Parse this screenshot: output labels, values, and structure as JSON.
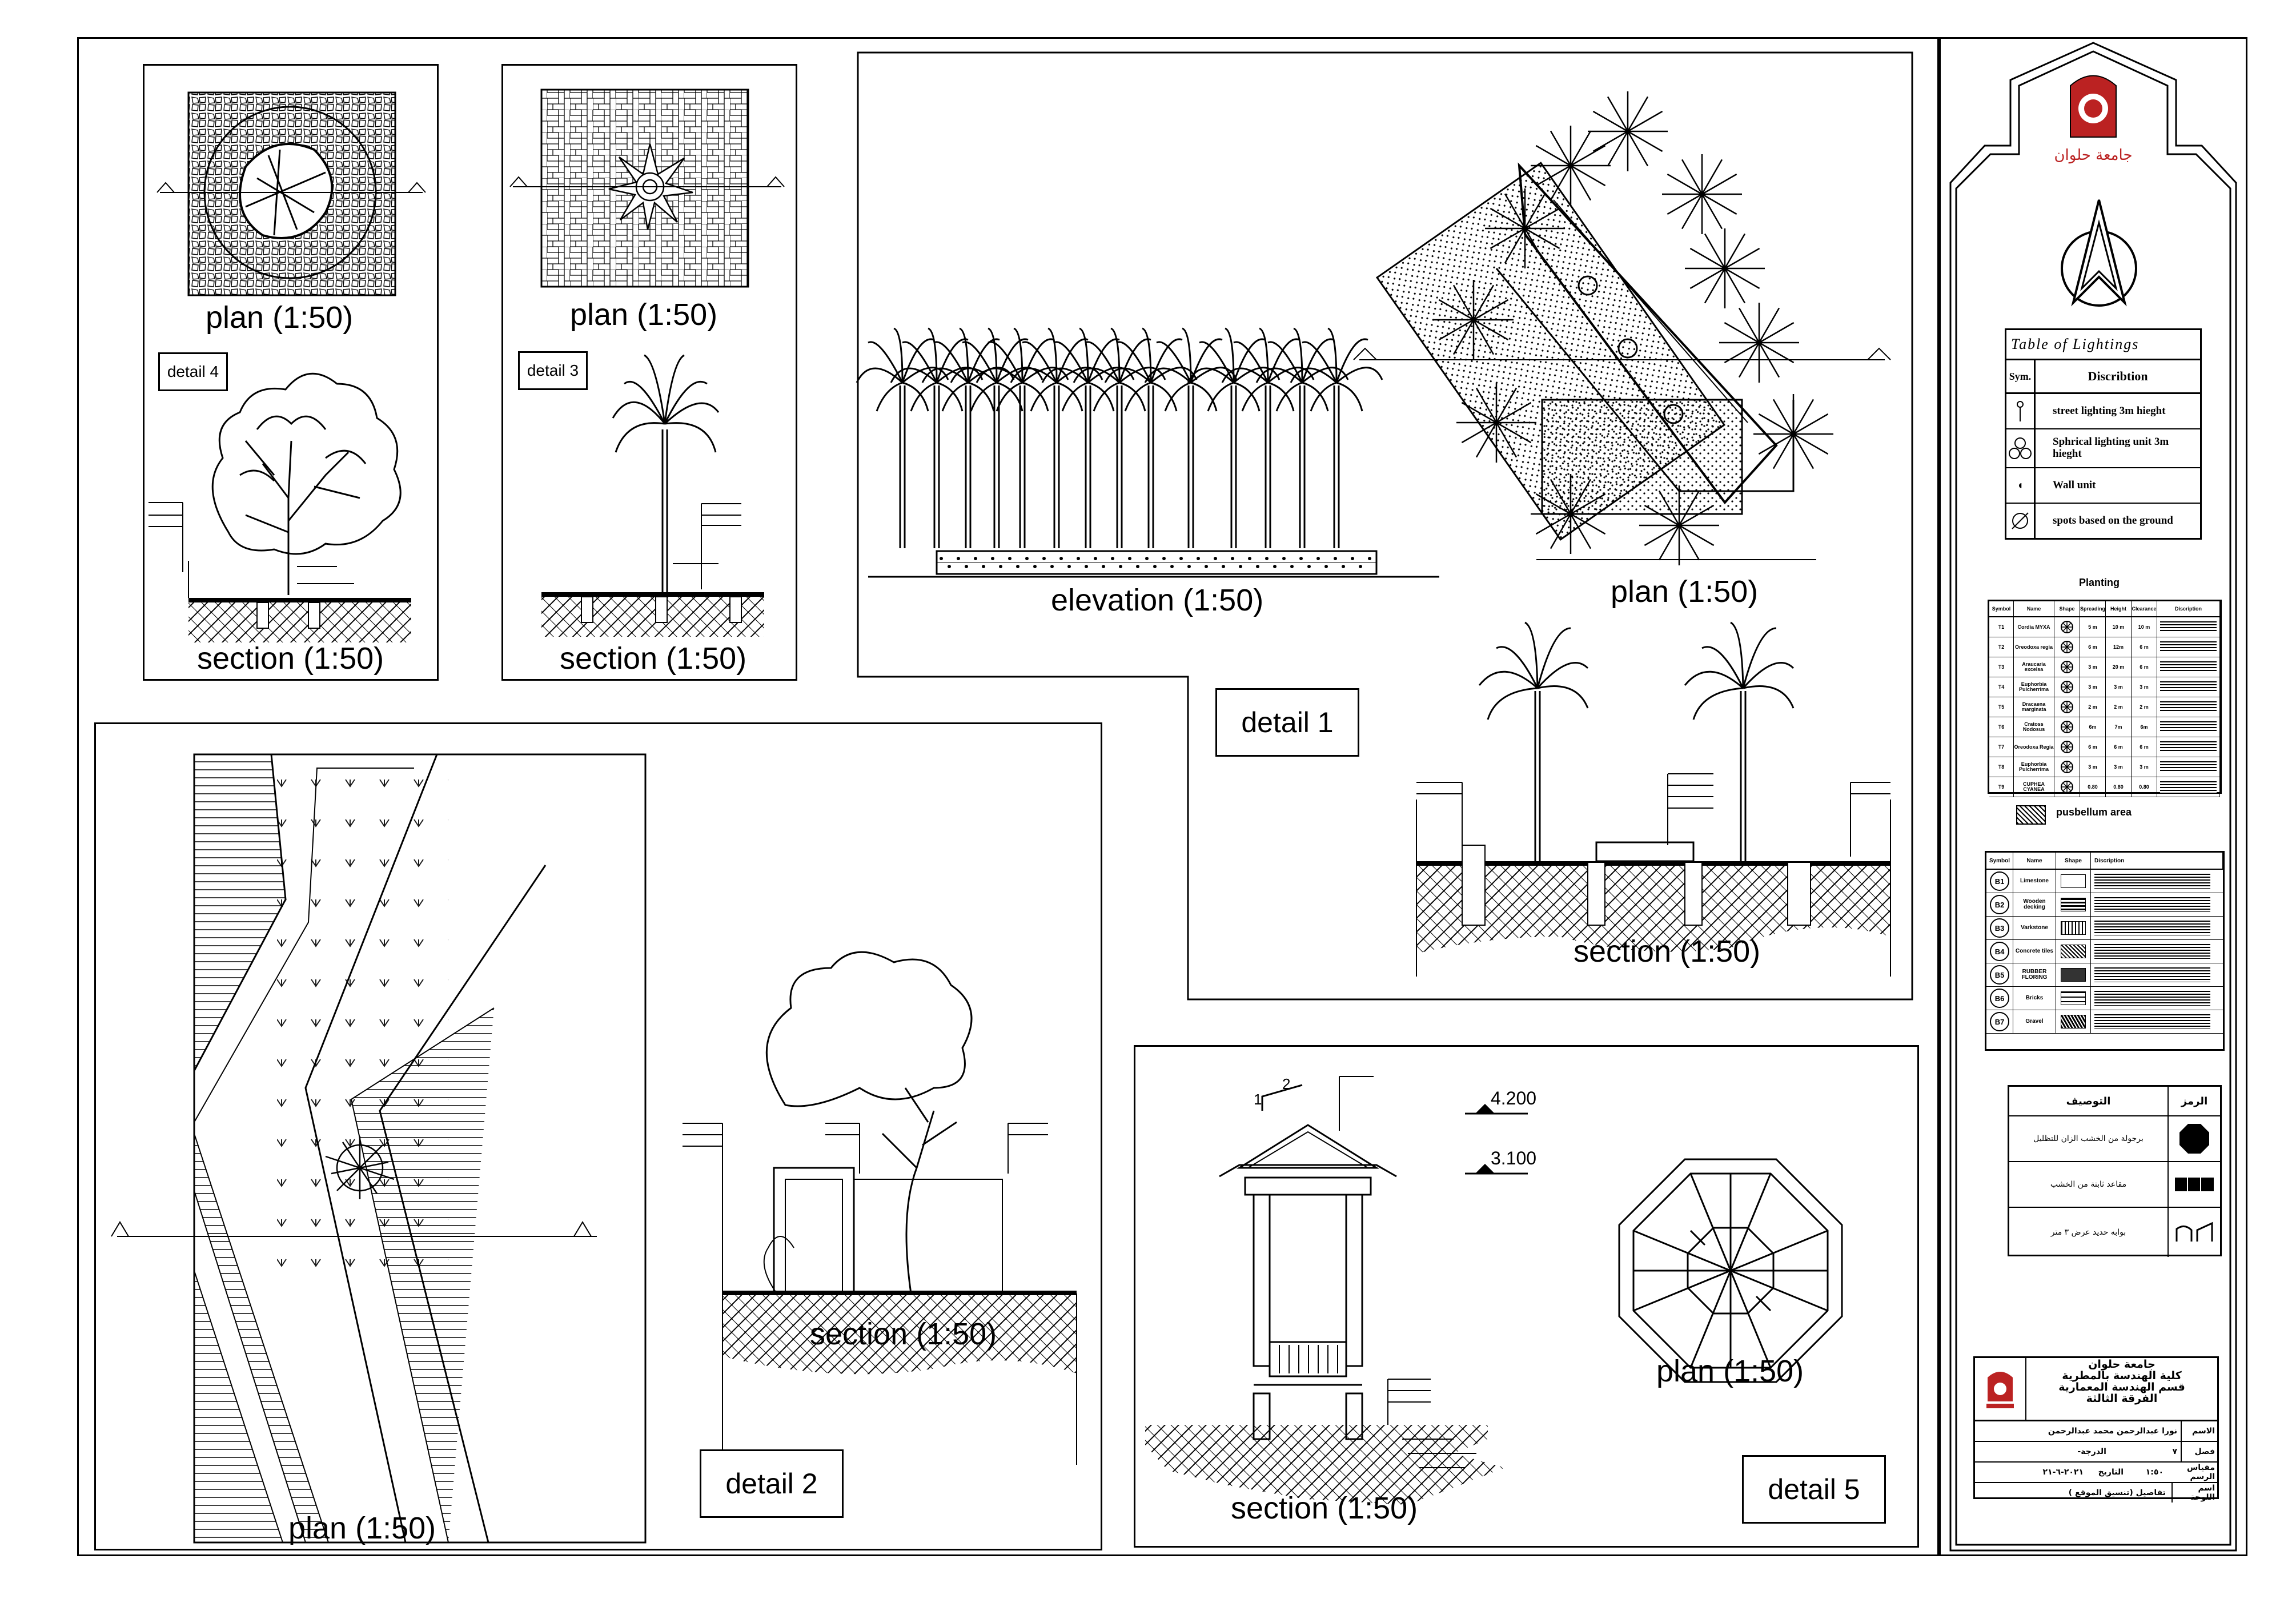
{
  "details": {
    "d4": {
      "tag": "detail 4",
      "plan": "plan (1:50)",
      "section": "section (1:50)"
    },
    "d3": {
      "tag": "detail 3",
      "plan": "plan (1:50)",
      "section": "section (1:50)"
    },
    "d1": {
      "tag": "detail 1",
      "elevation": "elevation (1:50)",
      "plan": "plan (1:50)",
      "section": "section (1:50)"
    },
    "d2": {
      "tag": "detail 2",
      "plan": "plan (1:50)",
      "section": "section (1:50)"
    },
    "d5": {
      "tag": "detail 5",
      "section": "section (1:50)",
      "plan": "plan (1:50)",
      "level_top": "4.200",
      "level_mid": "3.100",
      "slope_a": "1",
      "slope_b": "2"
    }
  },
  "lighting": {
    "title": "Table of Lightings",
    "col_sym": "Sym.",
    "col_desc": "Discribtion",
    "rows": [
      {
        "icon": "street-light-icon",
        "desc": "street lighting 3m hieght"
      },
      {
        "icon": "spherical-light-icon",
        "desc": "Sphrical lighting unit 3m hieght"
      },
      {
        "icon": "wall-unit-icon",
        "desc": "Wall unit"
      },
      {
        "icon": "ground-spot-icon",
        "desc": "spots based on the ground"
      }
    ]
  },
  "planting": {
    "title": "Planting",
    "headers": [
      "Symbol",
      "Name",
      "Shape",
      "Spreading",
      "Height",
      "Clearance",
      "Discription"
    ],
    "rows": [
      {
        "sym": "T1",
        "name": "Cordia MYXA",
        "s": "5 m",
        "h": "10 m",
        "c": "10 m"
      },
      {
        "sym": "T2",
        "name": "Oreodoxa regia",
        "s": "6 m",
        "h": "12m",
        "c": "6 m"
      },
      {
        "sym": "T3",
        "name": "Araucaria excelsa",
        "s": "3 m",
        "h": "20 m",
        "c": "6 m"
      },
      {
        "sym": "T4",
        "name": "Euphorbia Pulcherrima",
        "s": "3 m",
        "h": "3 m",
        "c": "3 m"
      },
      {
        "sym": "T5",
        "name": "Dracaena marginata",
        "s": "2 m",
        "h": "2 m",
        "c": "2 m"
      },
      {
        "sym": "T6",
        "name": "Cratoss Nodosus",
        "s": "6m",
        "h": "7m",
        "c": "6m"
      },
      {
        "sym": "T7",
        "name": "Oreodoxa Regia",
        "s": "6 m",
        "h": "6 m",
        "c": "6 m"
      },
      {
        "sym": "T8",
        "name": "Euphorbia Pulcherrima",
        "s": "3 m",
        "h": "3 m",
        "c": "3 m"
      },
      {
        "sym": "T9",
        "name": "CUPHEA CYANEA",
        "s": "0.80",
        "h": "0.80",
        "c": "0.80"
      }
    ],
    "area_label": "pusbellum  area"
  },
  "materials": {
    "headers": [
      "Symbol",
      "Name",
      "Shape",
      "Discription"
    ],
    "rows": [
      {
        "sym": "B1",
        "name": "Limestone"
      },
      {
        "sym": "B2",
        "name": "Wooden decking"
      },
      {
        "sym": "B3",
        "name": "Varkstone"
      },
      {
        "sym": "B4",
        "name": "Concrete tiles"
      },
      {
        "sym": "B5",
        "name": "RUBBER FLORING"
      },
      {
        "sym": "B6",
        "name": "Bricks"
      },
      {
        "sym": "B7",
        "name": "Gravel"
      }
    ]
  },
  "legend": {
    "col_symbol": "الرمز",
    "col_desc": "التوصيف",
    "rows": [
      {
        "desc": "برجولة من الخشب الزان للتظليل"
      },
      {
        "desc": "مقاعد ثابتة من الخشب"
      },
      {
        "desc": "بوابه حديد عرض ٣ متر"
      }
    ]
  },
  "titleblock": {
    "univ_lines": [
      "جامعة حلوان",
      "كلية الهندسة بالمطرية",
      "قسم الهندسة المعمارية",
      "الفرقة الثالثة"
    ],
    "name_label": "الاسم",
    "name_value": "نورا عبدالرحمن محمد عبدالرحمن",
    "class_label": "فصل",
    "class_value": "٧",
    "grade_label": "الدرجة",
    "grade_value": "-",
    "scale_label": "مقياس الرسم",
    "scale_value": "١:٥٠",
    "date_label": "التاريخ",
    "date_value": "٢٠٢١-٦-٢١",
    "sheet_label": "اسم اللوحة",
    "sheet_value": "تفاصيل (تنسيق الموقع )",
    "logo_text": "جامعة حلوان"
  }
}
